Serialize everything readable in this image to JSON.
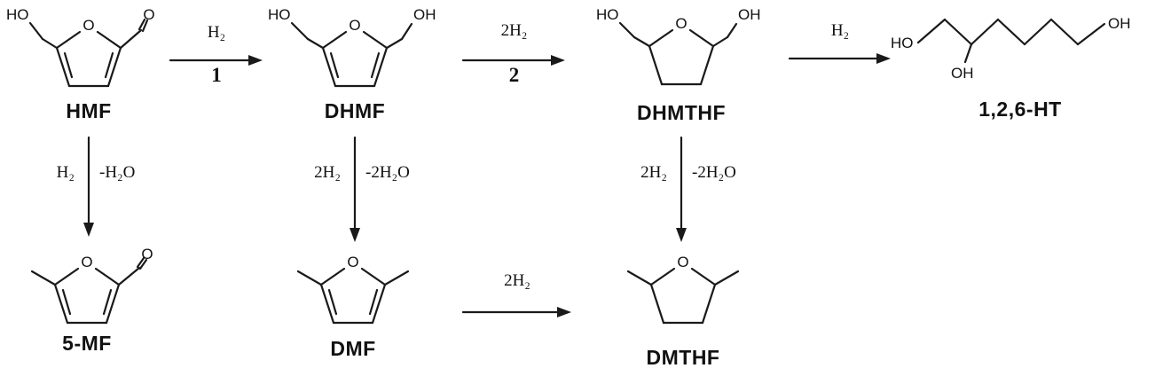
{
  "scheme": {
    "molecules": {
      "hmf": {
        "label": "HMF",
        "atoms": {
          "ho": "HO",
          "ring_o": "O",
          "aldehyde_o": "O"
        }
      },
      "dhmf": {
        "label": "DHMF",
        "atoms": {
          "ho": "HO",
          "ring_o": "O",
          "oh": "OH"
        }
      },
      "dhmthf": {
        "label": "DHMTHF",
        "atoms": {
          "ho": "HO",
          "ring_o": "O",
          "oh": "OH"
        }
      },
      "ht": {
        "label": "1,2,6-HT",
        "atoms": {
          "ho": "HO",
          "oh_mid": "OH",
          "oh_end": "OH"
        }
      },
      "mf5": {
        "label": "5-MF",
        "atoms": {
          "ring_o": "O",
          "aldehyde_o": "O"
        }
      },
      "dmf": {
        "label": "DMF",
        "atoms": {
          "ring_o": "O"
        }
      },
      "dmthf": {
        "label": "DMTHF",
        "atoms": {
          "ring_o": "O"
        }
      }
    },
    "reactions": {
      "hmf_to_dhmf": {
        "reagent": "H₂",
        "step": "1"
      },
      "dhmf_to_dhmthf": {
        "reagent": "2H₂",
        "step": "2"
      },
      "dhmthf_to_ht": {
        "reagent": "H₂"
      },
      "dmf_to_dmthf": {
        "reagent": "2H₂"
      },
      "hmf_to_mf5": {
        "reagent": "H₂",
        "byproduct": "-H₂O"
      },
      "dhmf_to_dmf": {
        "reagent": "2H₂",
        "byproduct": "-2H₂O"
      },
      "dhmthf_to_dmthf": {
        "reagent": "2H₂",
        "byproduct": "-2H₂O"
      }
    }
  }
}
